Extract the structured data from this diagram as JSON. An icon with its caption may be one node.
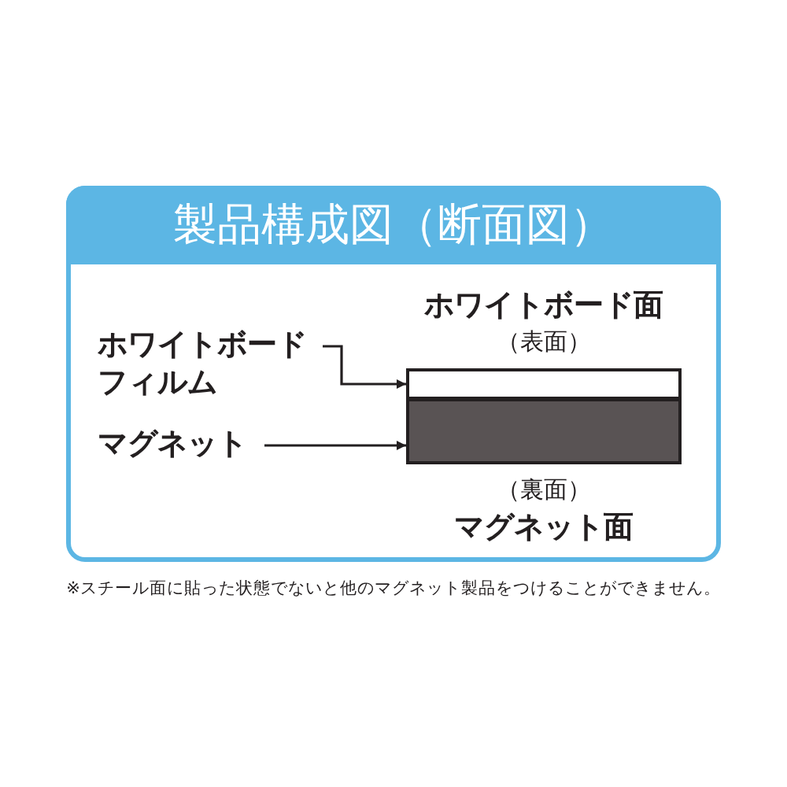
{
  "diagram": {
    "title": "製品構成図（断面図）",
    "nodes": [
      {
        "text": [
          "ホワイトボードフィルム"
        ]
      },
      {
        "text": [
          "マグネット"
        ]
      },
      {
        "text": [],
        "shape": "box",
        "beside": [
          "ホワイトボード面",
          "（表面）"
        ]
      },
      {
        "text": [],
        "shape": "box",
        "beside": [
          "（裏面）",
          "マグネット面"
        ]
      }
    ],
    "edges": [
      {
        "from": 0,
        "to": 2,
        "arrow": "to"
      },
      {
        "from": 1,
        "to": 3,
        "arrow": "to"
      }
    ],
    "labels": [
      "※スチール面に貼った状態でないと他のマグネット製品をつけることができません。"
    ]
  }
}
